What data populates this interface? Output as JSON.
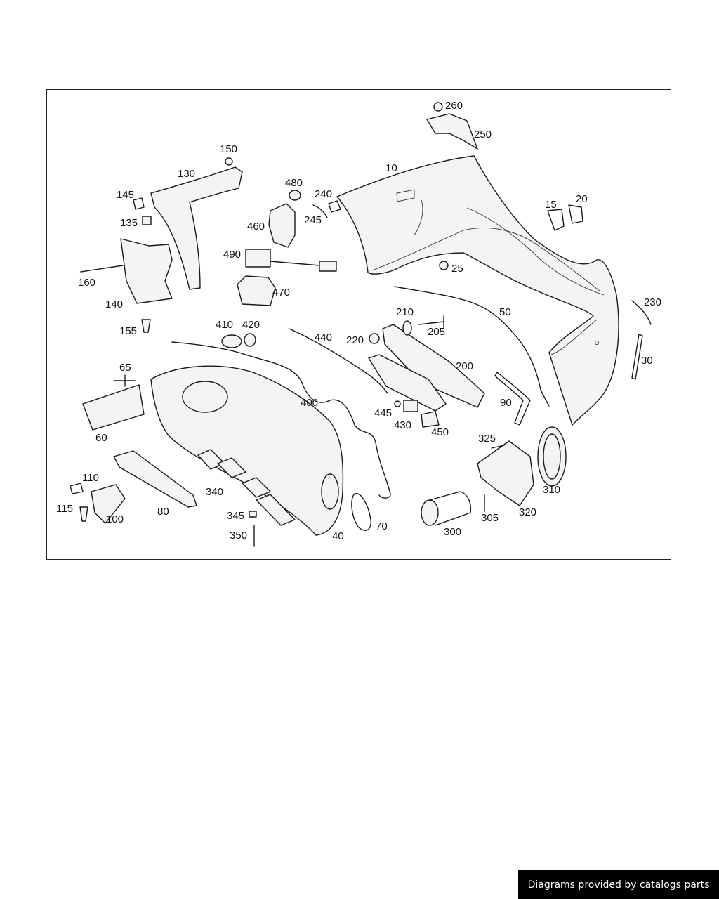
{
  "diagram": {
    "callouts": [
      "10",
      "15",
      "20",
      "25",
      "30",
      "40",
      "50",
      "60",
      "65",
      "70",
      "80",
      "90",
      "100",
      "110",
      "115",
      "130",
      "135",
      "140",
      "145",
      "150",
      "155",
      "160",
      "200",
      "205",
      "210",
      "220",
      "230",
      "240",
      "245",
      "250",
      "260",
      "300",
      "305",
      "310",
      "320",
      "325",
      "340",
      "345",
      "350",
      "400",
      "410",
      "420",
      "430",
      "440",
      "445",
      "450",
      "460",
      "470",
      "480",
      "490"
    ]
  },
  "credit": {
    "text": "Diagrams provided by catalogs parts"
  }
}
